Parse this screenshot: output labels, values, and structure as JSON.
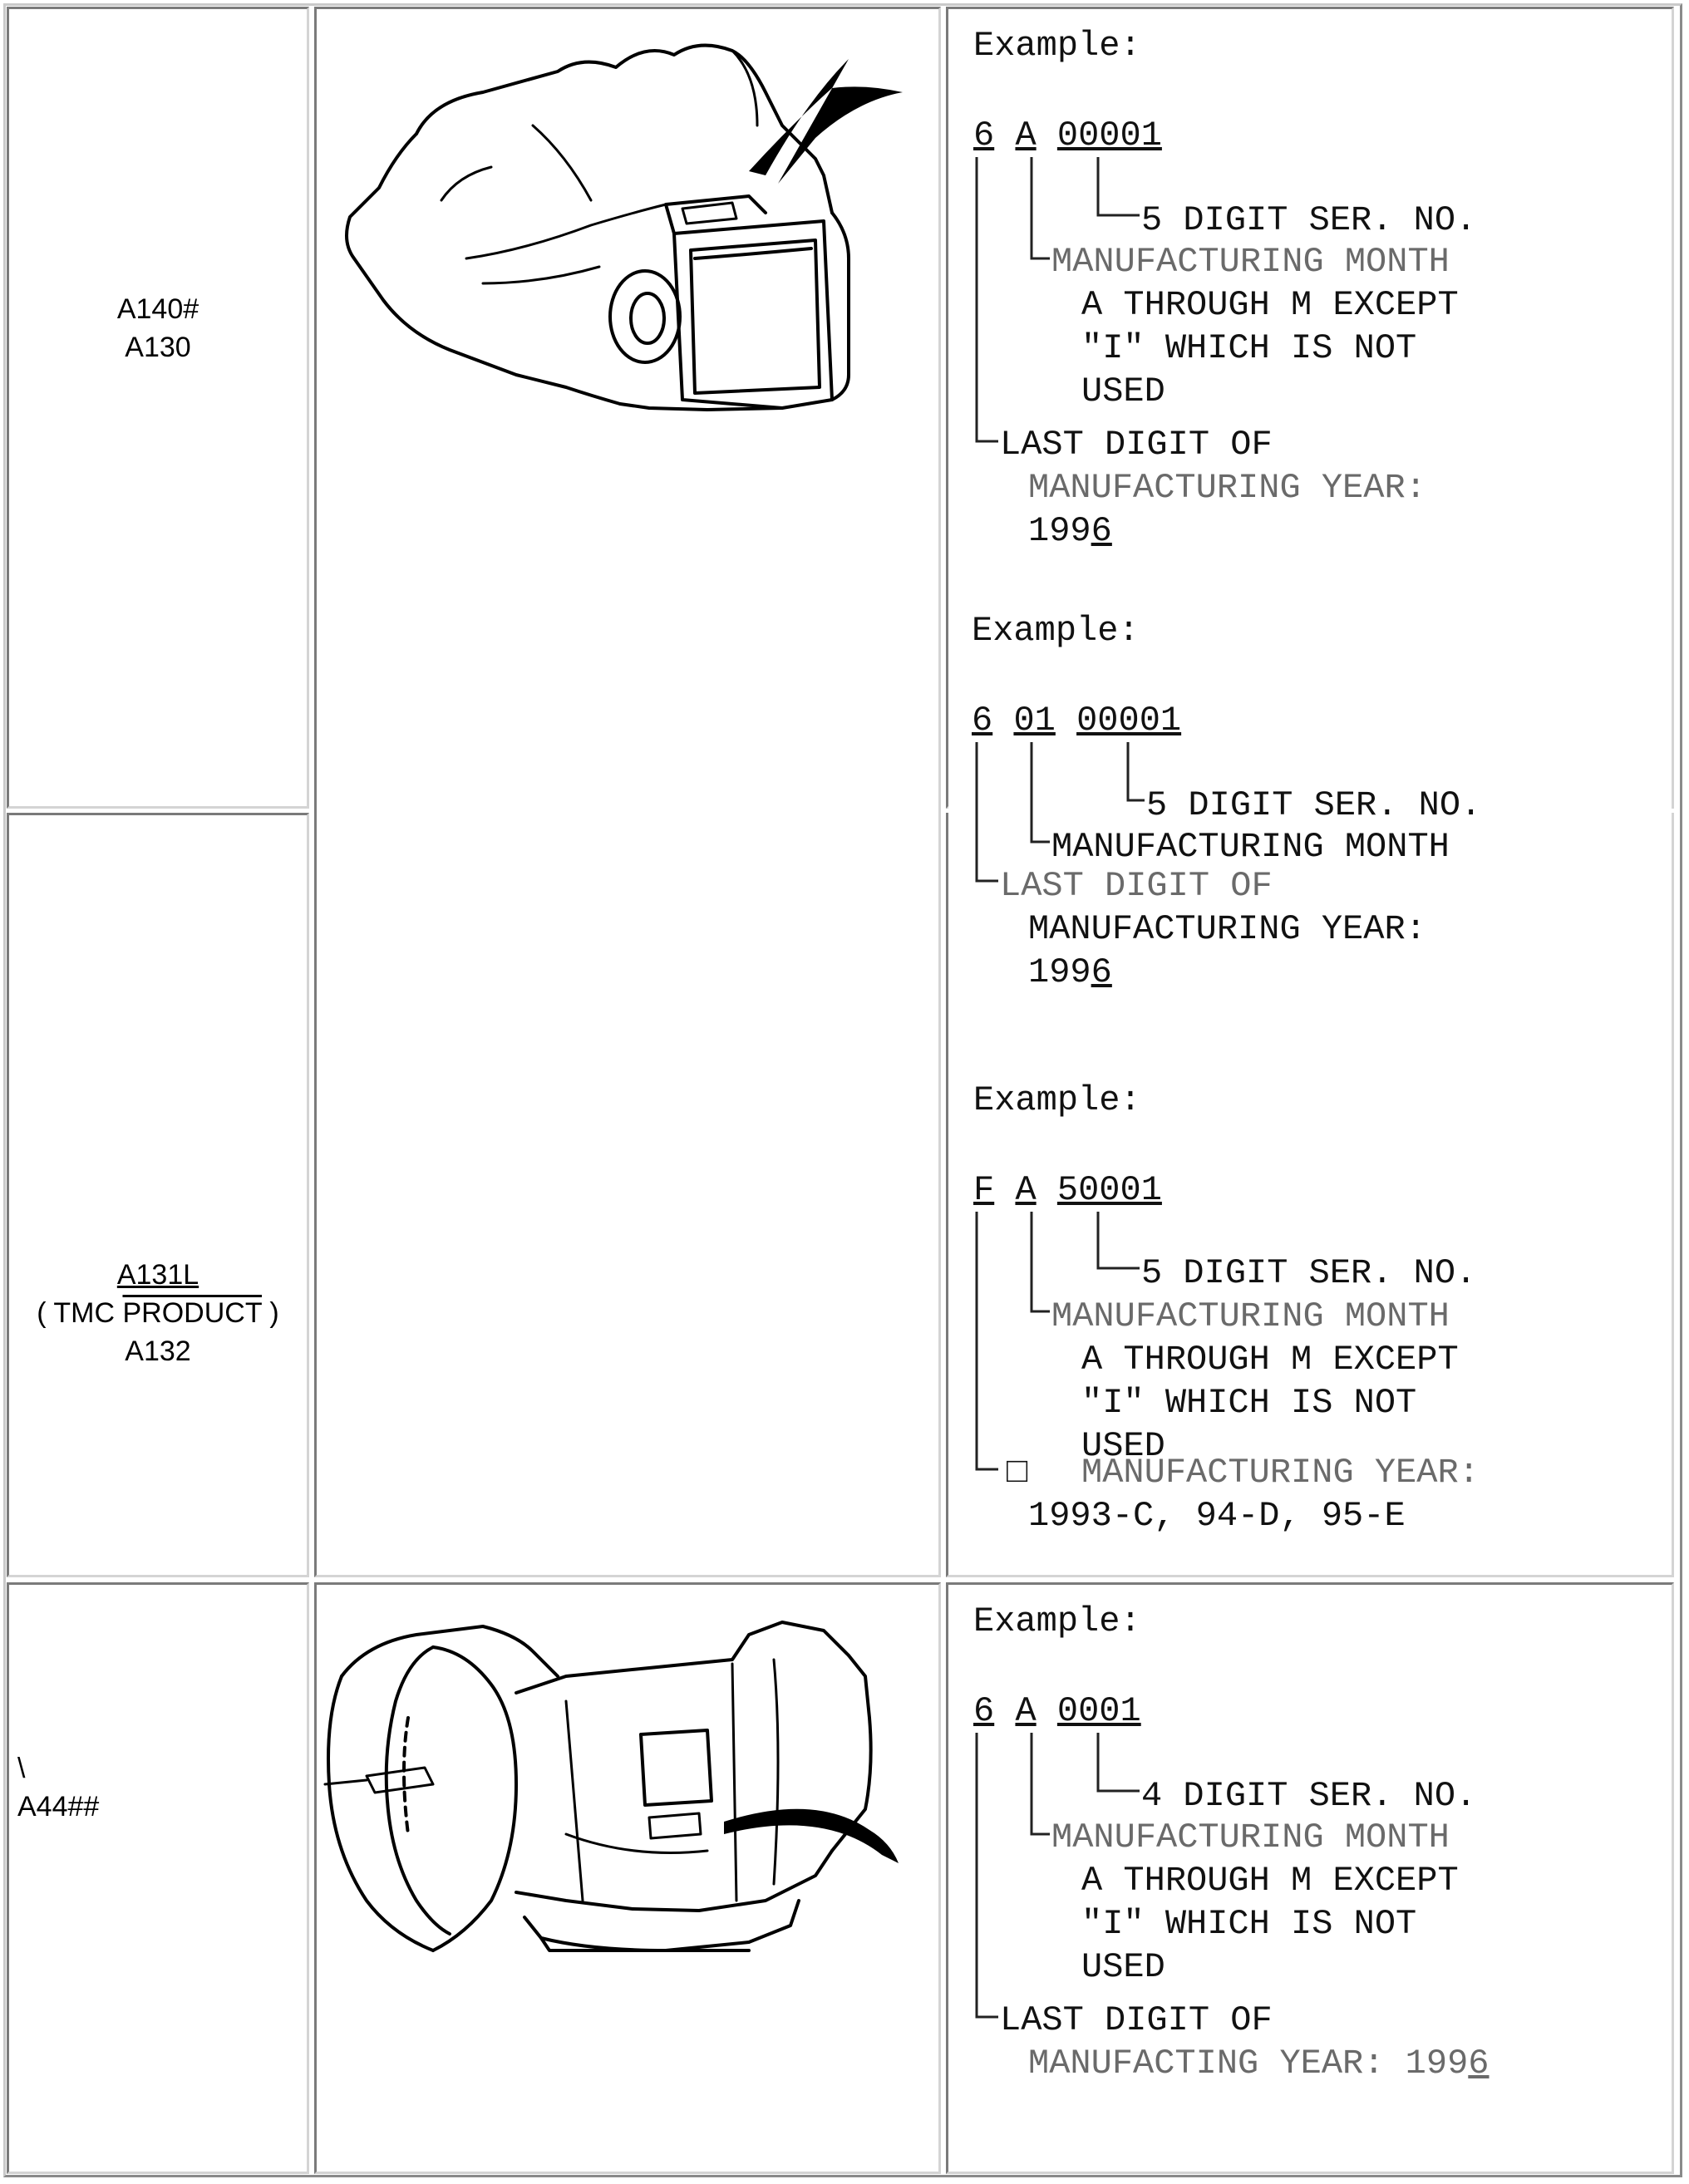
{
  "rows": [
    {
      "models": [
        "A140#",
        "A130"
      ],
      "example": {
        "heading": "Example:",
        "code": [
          "6",
          "A",
          "00001"
        ],
        "lines": [
          "5 DIGIT SER. NO.",
          "MANUFACTURING MONTH",
          "A THROUGH M EXCEPT",
          "\"I\" WHICH IS NOT",
          "USED",
          "LAST DIGIT OF",
          "MANUFACTURING YEAR:",
          "199",
          "6"
        ]
      }
    },
    {
      "models": [
        "A131L",
        "( TMC PRODUCT )",
        "A132"
      ],
      "example_b": {
        "heading": "Example:",
        "code": [
          "6",
          "01",
          "00001"
        ],
        "lines": [
          "5 DIGIT SER. NO.",
          "MANUFACTURING MONTH",
          "LAST DIGIT OF",
          "MANUFACTURING YEAR:",
          "199",
          "6"
        ]
      },
      "example_c": {
        "heading": "Example:",
        "code": [
          "F",
          "A",
          "50001"
        ],
        "lines": [
          "5 DIGIT SER. NO.",
          "MANUFACTURING MONTH",
          "A THROUGH M EXCEPT",
          "\"I\" WHICH IS NOT",
          "USED",
          "□",
          "MANUFACTURING YEAR:",
          "1993-C, 94-D, 95-E"
        ]
      }
    },
    {
      "models": [
        "\\",
        "A44##"
      ],
      "example": {
        "heading": "Example:",
        "code": [
          "6",
          "A",
          "0001"
        ],
        "lines": [
          "4 DIGIT SER. NO.",
          "MANUFACTURING MONTH",
          "A THROUGH M EXCEPT",
          "\"I\" WHICH IS NOT",
          "USED",
          "LAST DIGIT OF",
          "MANUFACTING YEAR: 199",
          "6"
        ]
      }
    }
  ],
  "icons": [
    "transmission-front-illustration",
    "transmission-side-illustration",
    "pointer-arrow-icon"
  ]
}
